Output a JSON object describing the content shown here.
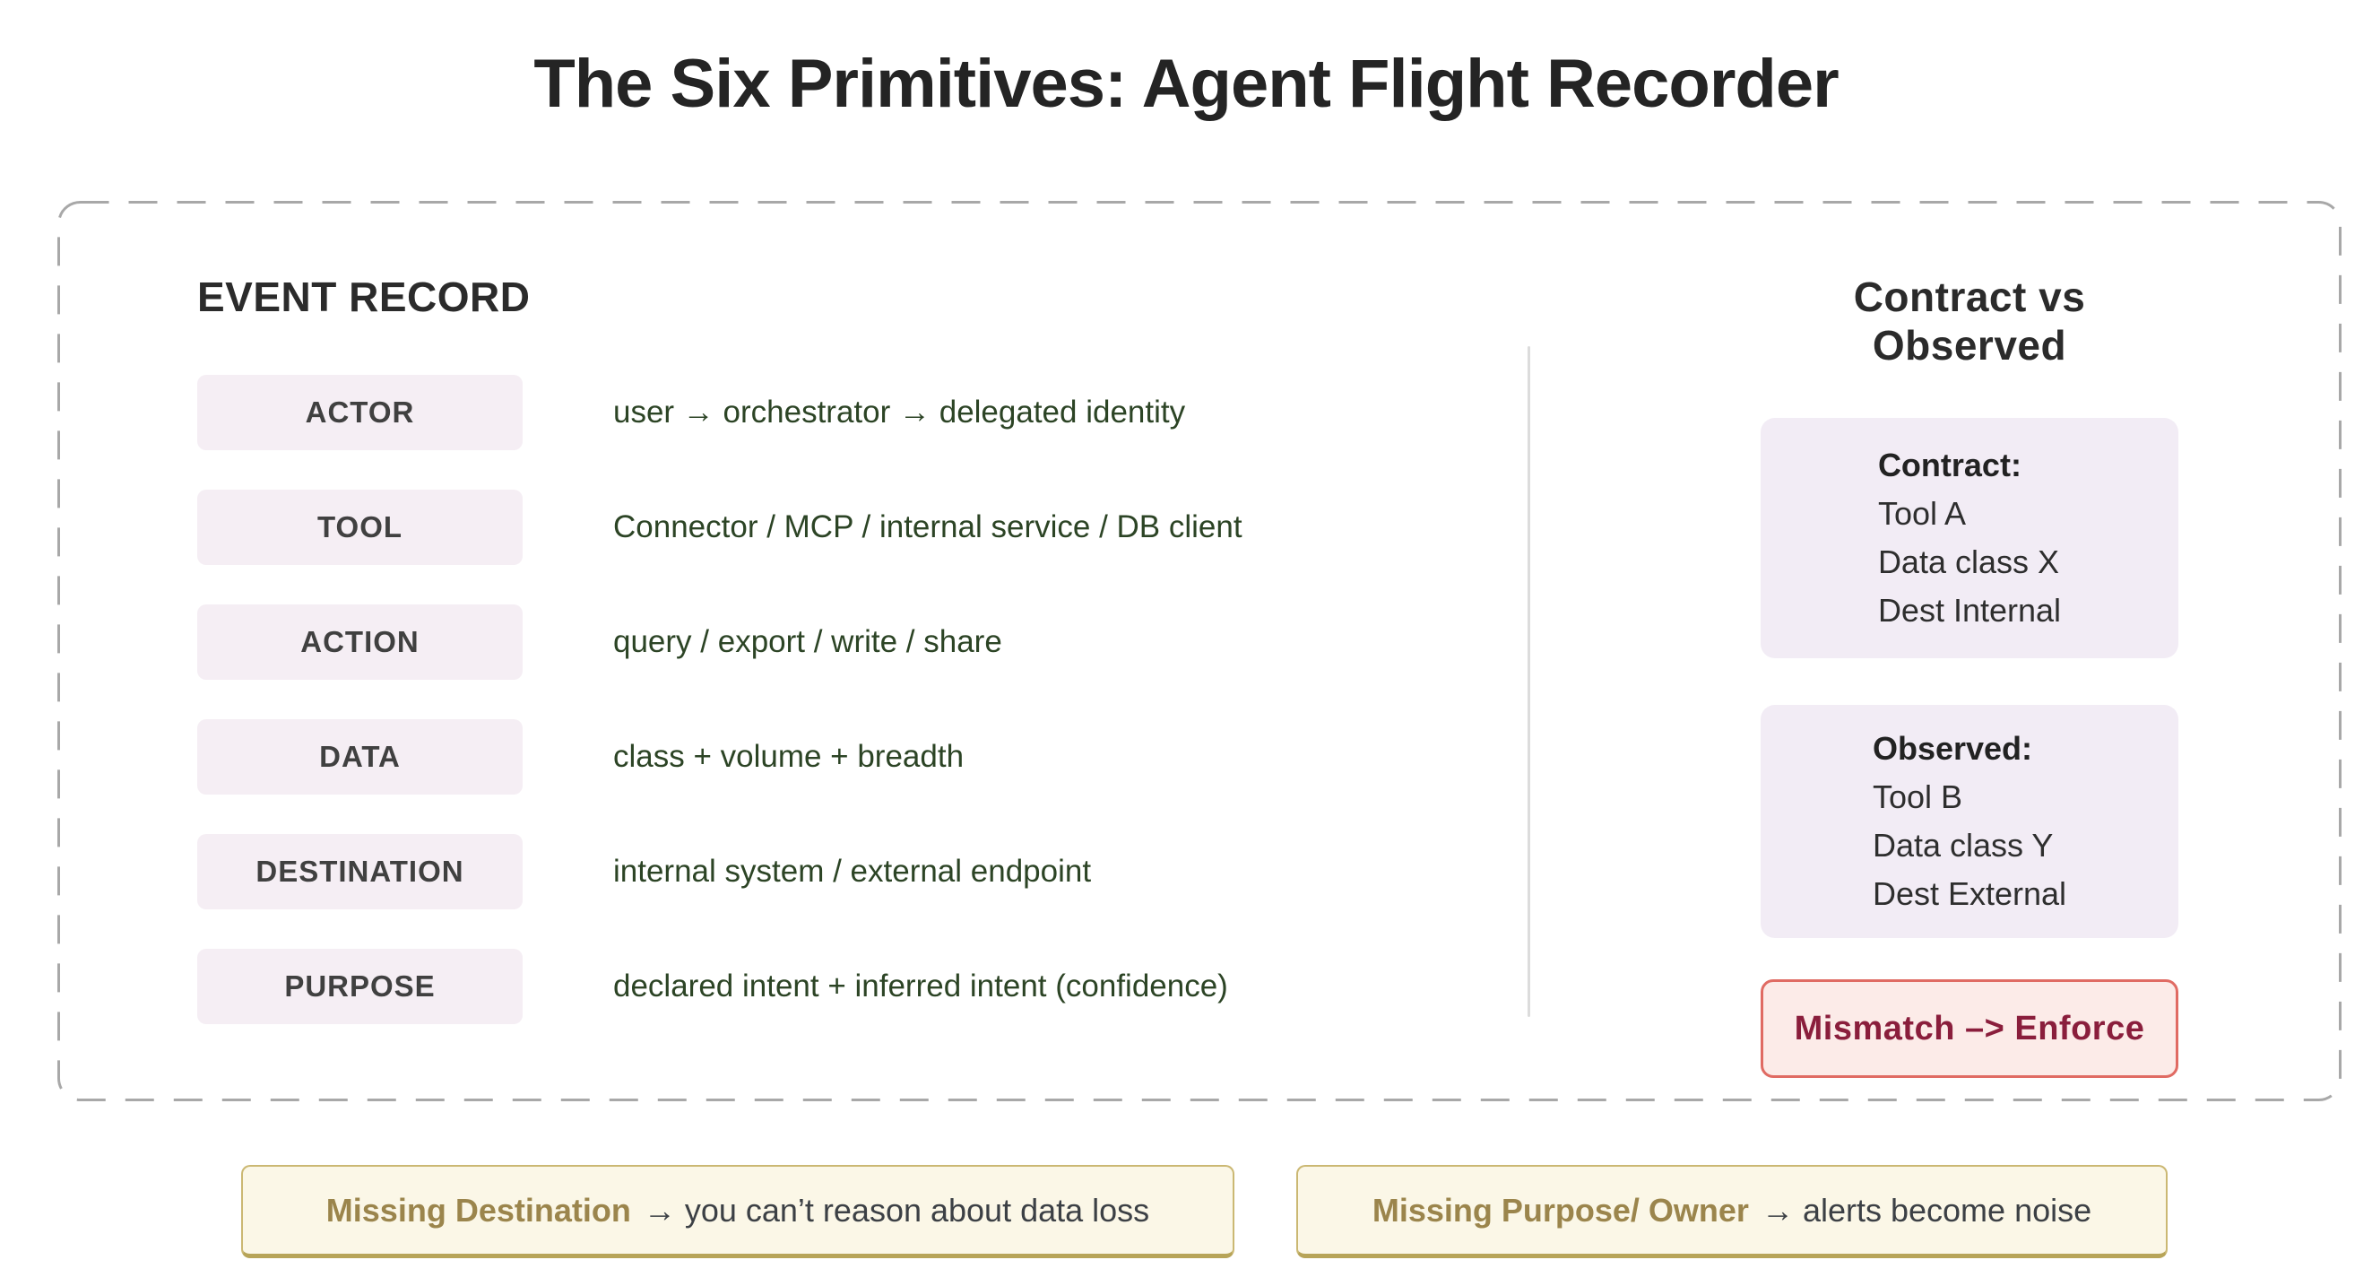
{
  "title": "The Six Primitives: Agent Flight Recorder",
  "event_record": {
    "heading": "EVENT RECORD",
    "rows": [
      {
        "label": "ACTOR",
        "description": "user → orchestrator → delegated identity"
      },
      {
        "label": "TOOL",
        "description": "Connector / MCP / internal service / DB client"
      },
      {
        "label": "ACTION",
        "description": "query / export / write / share"
      },
      {
        "label": "DATA",
        "description": "class + volume + breadth"
      },
      {
        "label": "DESTINATION",
        "description": "internal system / external endpoint"
      },
      {
        "label": "PURPOSE",
        "description": "declared intent + inferred intent (confidence)"
      }
    ]
  },
  "comparison": {
    "heading": "Contract vs Observed",
    "contract": {
      "label": "Contract:",
      "lines": [
        "Tool A",
        "Data class X",
        "Dest Internal"
      ]
    },
    "observed": {
      "label": "Observed:",
      "lines": [
        "Tool B",
        "Data class Y",
        "Dest External"
      ]
    },
    "mismatch_label": "Mismatch –> Enforce"
  },
  "callouts": [
    {
      "highlight": "Missing Destination",
      "rest": "→ you can’t reason about data loss"
    },
    {
      "highlight": "Missing Purpose/ Owner",
      "rest": "→ alerts become noise"
    }
  ],
  "colors": {
    "badge_background": "#f5eef4",
    "compare_box_background": "#f2ecf5",
    "description_green": "#2c4425",
    "mismatch_background": "#fcebe8",
    "mismatch_border": "#e06b63",
    "mismatch_text": "#8a1e3c",
    "callout_background": "#fbf7e7",
    "callout_border": "#cbb873",
    "callout_highlight": "#9b854c",
    "dashed_border": "#a8a8a8"
  }
}
